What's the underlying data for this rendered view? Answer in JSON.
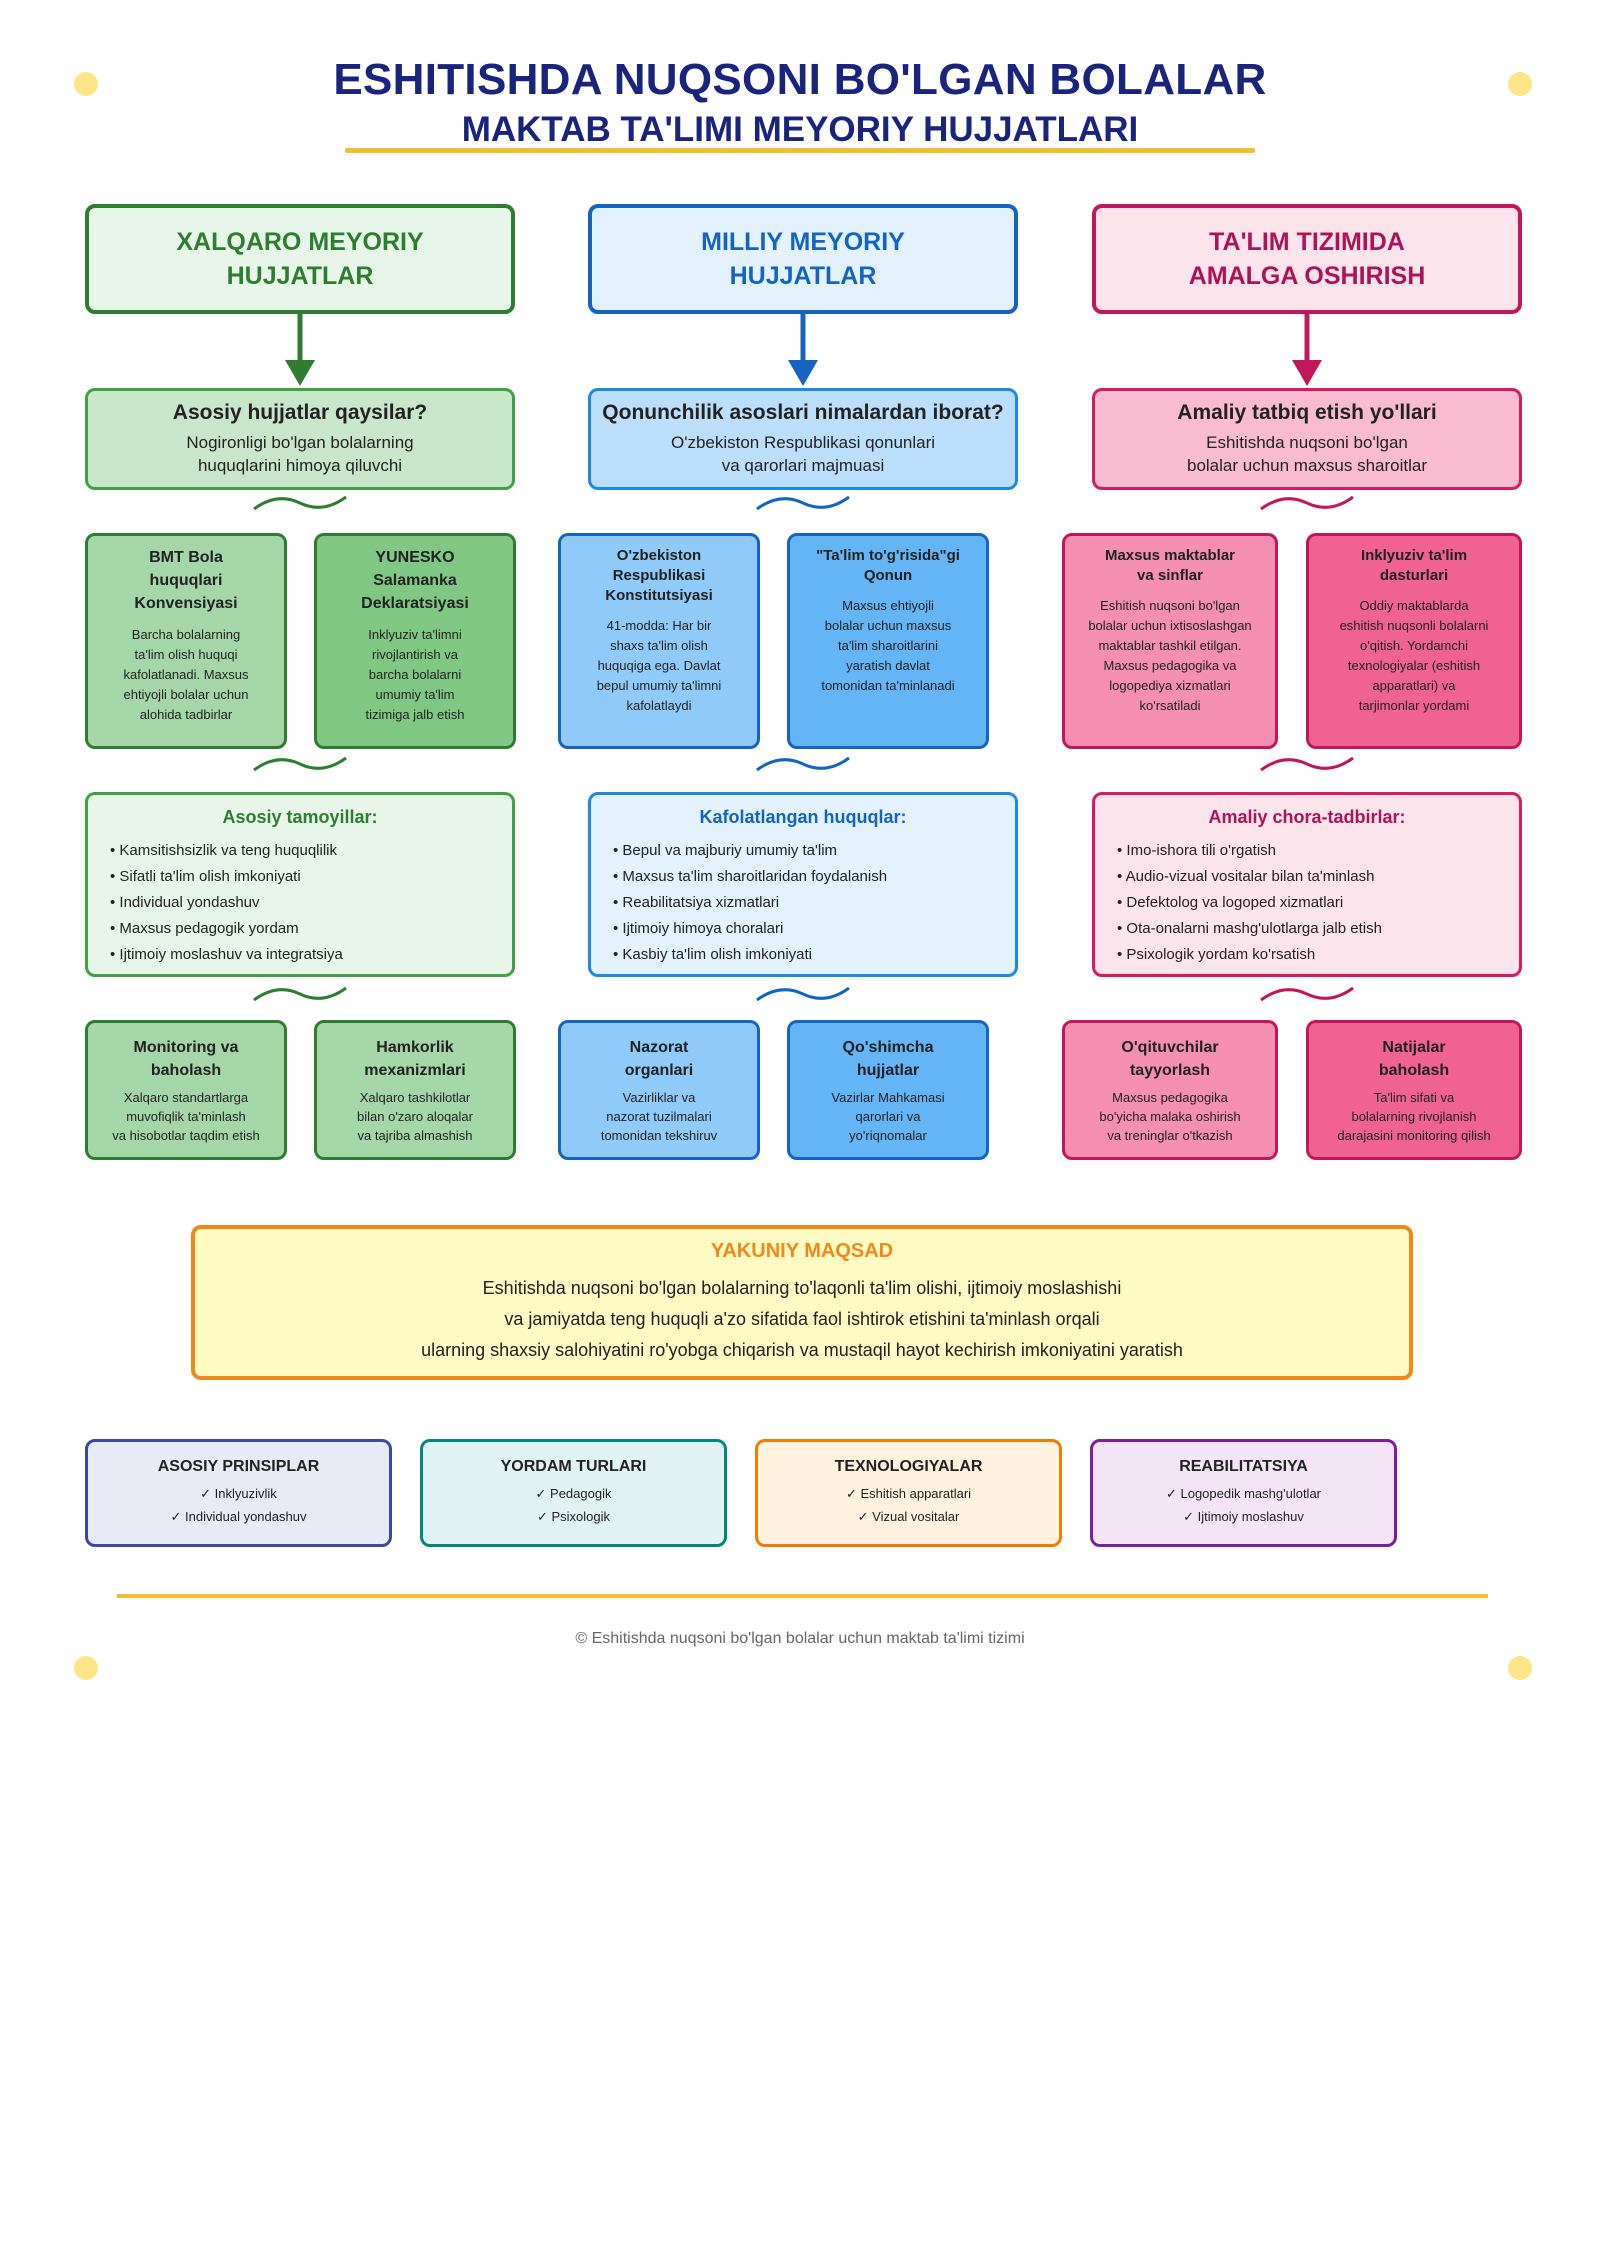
{
  "title": {
    "line1": "ESHITISHDA NUQSONI BO'LGAN BOLALAR",
    "line2": "MAKTAB TA'LIMI MEYORIY HUJJATLARI"
  },
  "colors": {
    "green": "#2e7d32",
    "blue": "#1565c0",
    "pink": "#c2185b",
    "orange": "#ef8a1a",
    "gold": "#f0c030",
    "navy": "#1a237e"
  },
  "columns": [
    {
      "header": [
        "XALQARO MEYORIY",
        "HUJJATLAR"
      ],
      "question": {
        "title": "Asosiy hujjatlar qaysilar?",
        "sub": [
          "Nogironligi bo'lgan bolalarning",
          "huquqlarini himoya qiluvchi"
        ]
      },
      "cards": [
        {
          "title": [
            "BMT Bola",
            "huquqlari",
            "Konvensiyasi"
          ],
          "body": [
            "Barcha bolalarning",
            "ta'lim olish huquqi",
            "kafolatlanadi. Maxsus",
            "ehtiyojli bolalar uchun",
            "alohida tadbirlar"
          ]
        },
        {
          "title": [
            "YUNESKO",
            "Salamanka",
            "Deklaratsiyasi"
          ],
          "body": [
            "Inklyuziv ta'limni",
            "rivojlantirish va",
            "barcha bolalarni",
            "umumiy ta'lim",
            "tizimiga jalb etish"
          ]
        }
      ],
      "list": {
        "title": "Asosiy tamoyillar:",
        "items": [
          "Kamsitishsizlik va teng huquqlilik",
          "Sifatli ta'lim olish imkoniyati",
          "Individual yondashuv",
          "Maxsus pedagogik yordam",
          "Ijtimoiy moslashuv va integratsiya"
        ]
      },
      "bottom": [
        {
          "title": [
            "Monitoring va",
            "baholash"
          ],
          "body": [
            "Xalqaro standartlarga",
            "muvofiqlik ta'minlash",
            "va hisobotlar taqdim etish"
          ]
        },
        {
          "title": [
            "Hamkorlik",
            "mexanizmlari"
          ],
          "body": [
            "Xalqaro tashkilotlar",
            "bilan o'zaro aloqalar",
            "va tajriba almashish"
          ]
        }
      ]
    },
    {
      "header": [
        "MILLIY MEYORIY",
        "HUJJATLAR"
      ],
      "question": {
        "title": "Qonunchilik asoslari nimalardan iborat?",
        "sub": [
          "O'zbekiston Respublikasi qonunlari",
          "va qarorlari majmuasi"
        ]
      },
      "cards": [
        {
          "title": [
            "O'zbekiston",
            "Respublikasi",
            "Konstitutsiyasi"
          ],
          "body": [
            "41-modda: Har bir",
            "shaxs ta'lim olish",
            "huquqiga ega. Davlat",
            "bepul umumiy ta'limni",
            "kafolatlaydi"
          ]
        },
        {
          "title": [
            "\"Ta'lim to'g'risida\"gi",
            "Qonun"
          ],
          "body": [
            "Maxsus ehtiyojli",
            "bolalar uchun maxsus",
            "ta'lim sharoitlarini",
            "yaratish davlat",
            "tomonidan ta'minlanadi"
          ]
        }
      ],
      "list": {
        "title": "Kafolatlangan huquqlar:",
        "items": [
          "Bepul va majburiy umumiy ta'lim",
          "Maxsus ta'lim sharoitlaridan foydalanish",
          "Reabilitatsiya xizmatlari",
          "Ijtimoiy himoya choralari",
          "Kasbiy ta'lim olish imkoniyati"
        ]
      },
      "bottom": [
        {
          "title": [
            "Nazorat",
            "organlari"
          ],
          "body": [
            "Vazirliklar va",
            "nazorat tuzilmalari",
            "tomonidan tekshiruv"
          ]
        },
        {
          "title": [
            "Qo'shimcha",
            "hujjatlar"
          ],
          "body": [
            "Vazirlar Mahkamasi",
            "qarorlari va",
            "yo'riqnomalar"
          ]
        }
      ]
    },
    {
      "header": [
        "TA'LIM TIZIMIDA",
        "AMALGA OSHIRISH"
      ],
      "question": {
        "title": "Amaliy tatbiq etish yo'llari",
        "sub": [
          "Eshitishda nuqsoni bo'lgan",
          "bolalar uchun maxsus sharoitlar"
        ]
      },
      "cards": [
        {
          "title": [
            "Maxsus maktablar",
            "va sinflar"
          ],
          "body": [
            "Eshitish nuqsoni bo'lgan",
            "bolalar uchun ixtisoslashgan",
            "maktablar tashkil etilgan.",
            "Maxsus pedagogika va",
            "logopediya xizmatlari",
            "ko'rsatiladi"
          ]
        },
        {
          "title": [
            "Inklyuziv ta'lim",
            "dasturlari"
          ],
          "body": [
            "Oddiy maktablarda",
            "eshitish nuqsonli bolalarni",
            "o'qitish. Yordamchi",
            "texnologiyalar (eshitish",
            "apparatlari) va",
            "tarjimonlar yordami"
          ]
        }
      ],
      "list": {
        "title": "Amaliy chora-tadbirlar:",
        "items": [
          "Imo-ishora tili o'rgatish",
          "Audio-vizual vositalar bilan ta'minlash",
          "Defektolog va logoped xizmatlari",
          "Ota-onalarni mashg'ulotlarga jalb etish",
          "Psixologik yordam ko'rsatish"
        ]
      },
      "bottom": [
        {
          "title": [
            "O'qituvchilar",
            "tayyorlash"
          ],
          "body": [
            "Maxsus pedagogika",
            "bo'yicha malaka oshirish",
            "va treninglar o'tkazish"
          ]
        },
        {
          "title": [
            "Natijalar",
            "baholash"
          ],
          "body": [
            "Ta'lim sifati va",
            "bolalarning rivojlanish",
            "darajasini monitoring qilish"
          ]
        }
      ]
    }
  ],
  "goal": {
    "title": "YAKUNIY MAQSAD",
    "lines": [
      "Eshitishda nuqsoni bo'lgan bolalarning to'laqonli ta'lim olishi, ijtimoiy moslashishi",
      "va jamiyatda teng huquqli a'zo sifatida faol ishtirok etishini ta'minlash orqali",
      "ularning shaxsiy salohiyatini ro'yobga chiqarish va mustaqil hayot kechirish imkoniyatini yaratish"
    ]
  },
  "principles": [
    {
      "title": "ASOSIY PRINSIPLAR",
      "items": [
        "✓ Inklyuzivlik",
        "✓ Individual yondashuv"
      ]
    },
    {
      "title": "YORDAM TURLARI",
      "items": [
        "✓ Pedagogik",
        "✓ Psixologik"
      ]
    },
    {
      "title": "TEXNOLOGIYALAR",
      "items": [
        "✓ Eshitish apparatlari",
        "✓ Vizual vositalar"
      ]
    },
    {
      "title": "REABILITATSIYA",
      "items": [
        "✓ Logopedik mashg'ulotlar",
        "✓ Ijtimoiy moslashuv"
      ]
    }
  ],
  "footer": "© Eshitishda nuqsoni bo'lgan bolalar uchun maktab ta'limi tizimi"
}
